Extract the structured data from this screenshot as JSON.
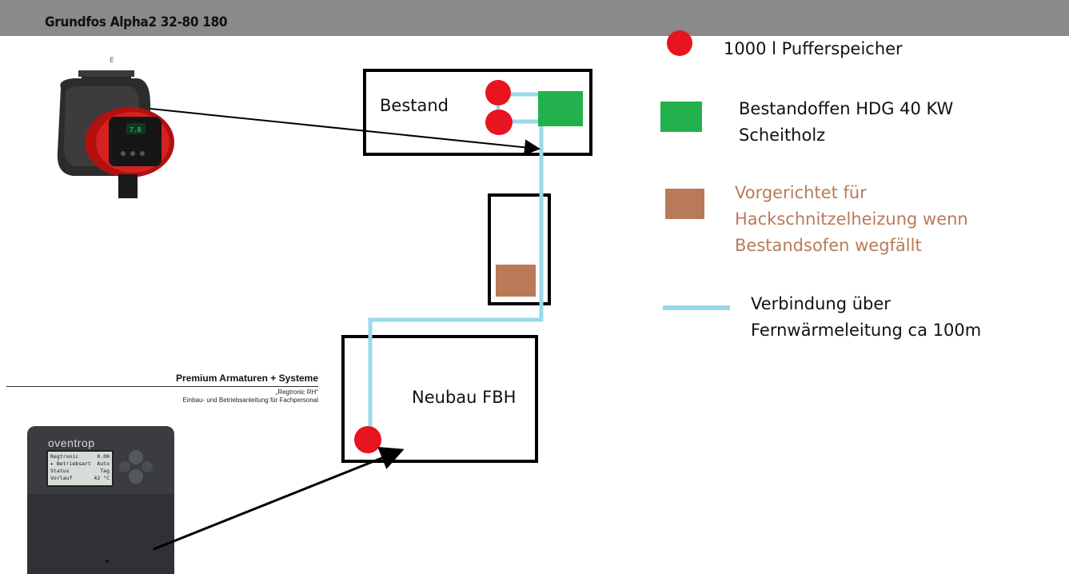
{
  "header": {
    "title": "Grundfos Alpha2 32-80 180"
  },
  "boxes": {
    "bestand_label": "Bestand",
    "neubau_label": "Neubau FBH"
  },
  "legend": {
    "buffer_label": "1000 l Pufferspeicher",
    "stove_line1": "Bestandoffen HDG 40 KW",
    "stove_line2": "Scheitholz",
    "chip_line1": "Vorgerichtet für",
    "chip_line2": "Hackschnitzelheizung wenn",
    "chip_line3": "Bestandsofen wegfällt",
    "pipe_line1": "Verbindung über",
    "pipe_line2": "Fernwärmeleitung ca 100m"
  },
  "pump_photo": {
    "icon": "circulation-pump-icon",
    "screen_reading": "E"
  },
  "controller_doc": {
    "heading": "Premium Armaturen + Systeme",
    "subtitle_line1": "„Regtronic RH“",
    "subtitle_line2": "Einbau- und Betriebsanleitung für Fachpersonal",
    "brand": "oventrop",
    "screen_rows": [
      {
        "label": "Regtronic",
        "value": "0.00"
      },
      {
        "label": "▸ Betriebsart",
        "value": "Auto"
      },
      {
        "label": "Status",
        "value": "Tag"
      },
      {
        "label": "Vorlauf",
        "value": "42 °C"
      }
    ]
  },
  "colors": {
    "buffer": "#e8141f",
    "stove": "#22b14c",
    "chip_heater": "#b97a57",
    "pipe": "#99d9ea",
    "header_bar": "#8a8a8a"
  }
}
